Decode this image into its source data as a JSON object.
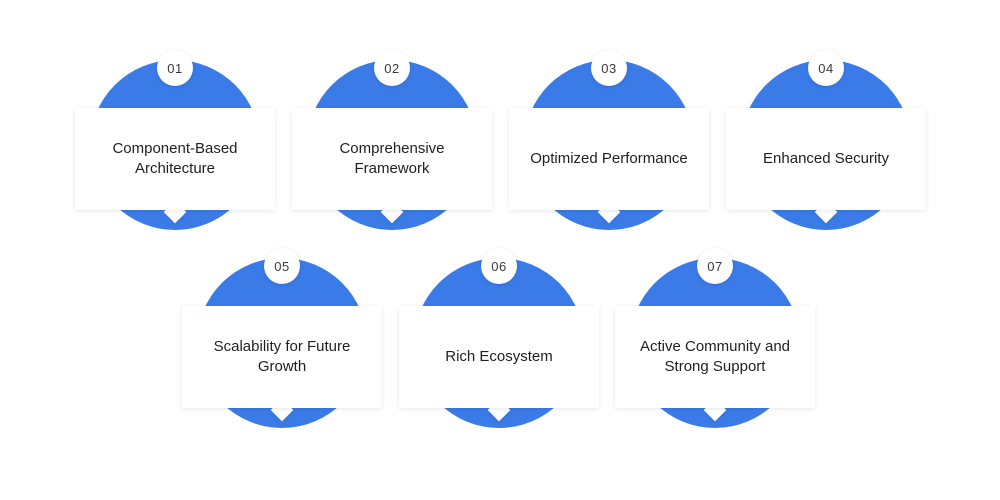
{
  "features": [
    {
      "number": "01",
      "label": "Component-Based Architecture"
    },
    {
      "number": "02",
      "label": "Comprehensive Framework"
    },
    {
      "number": "03",
      "label": "Optimized Performance"
    },
    {
      "number": "04",
      "label": "Enhanced Security"
    },
    {
      "number": "05",
      "label": "Scalability for Future Growth"
    },
    {
      "number": "06",
      "label": "Rich Ecosystem"
    },
    {
      "number": "07",
      "label": "Active Community and Strong Support"
    }
  ],
  "colors": {
    "circle": "#3b7be8",
    "card": "#ffffff",
    "text": "#1f1f1f"
  }
}
